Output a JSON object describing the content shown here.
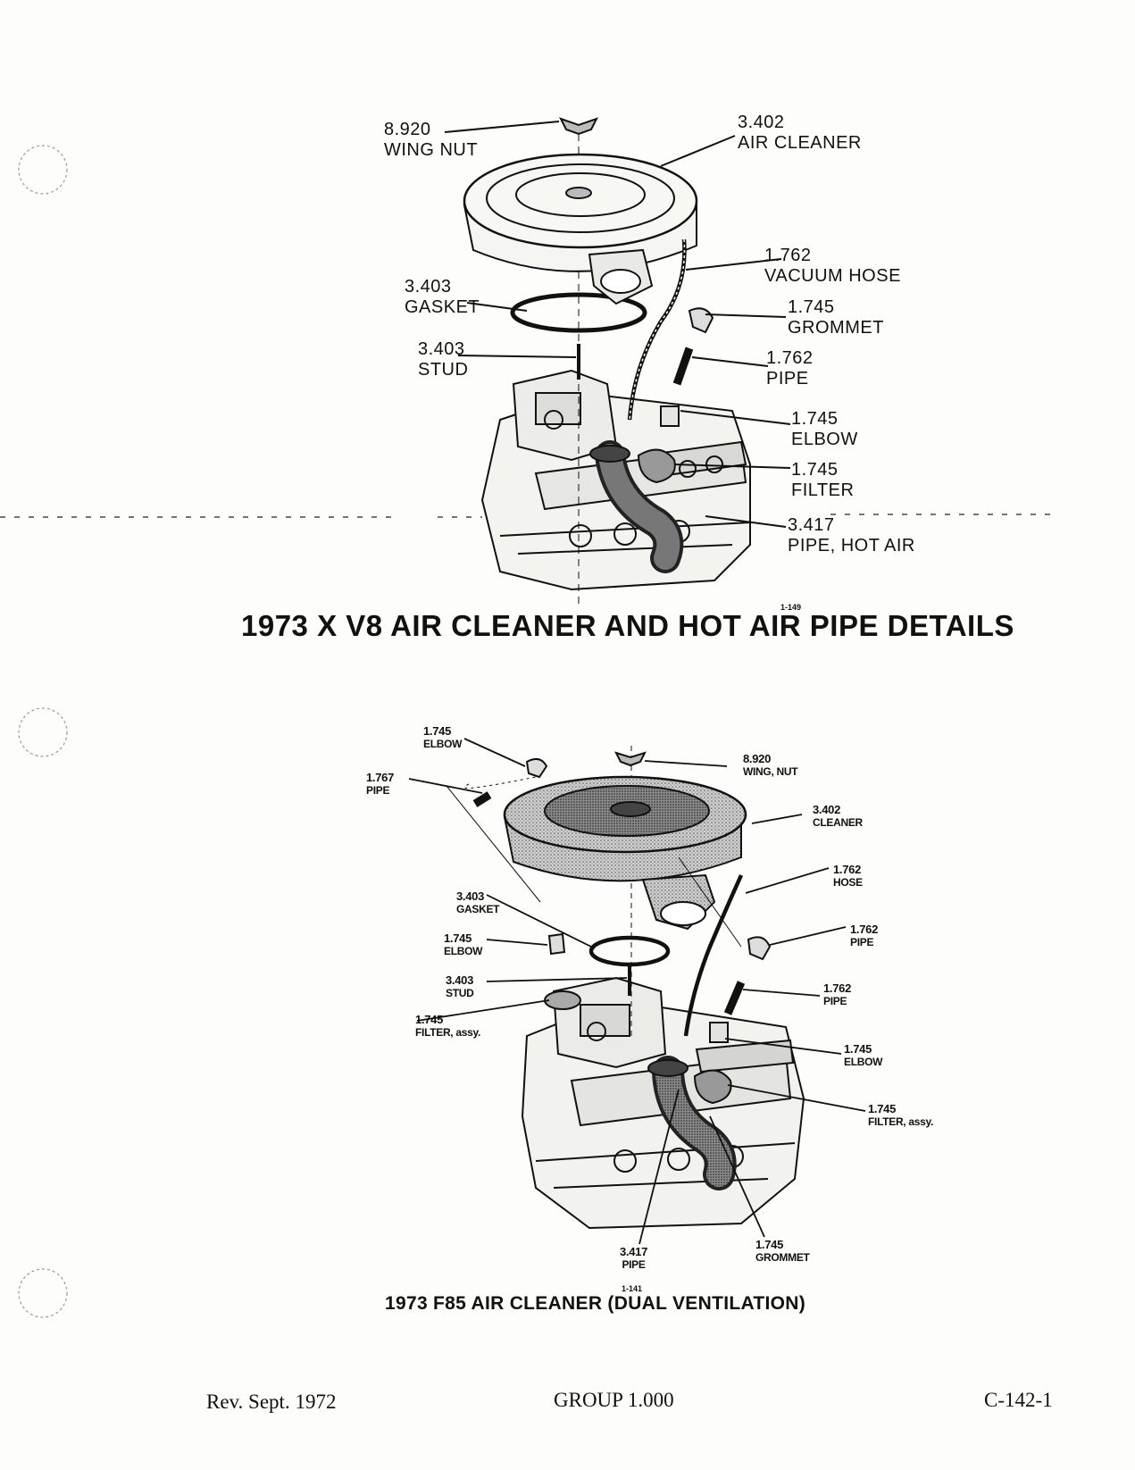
{
  "figure1": {
    "caption": "1973 X V8 AIR CLEANER AND HOT AIR PIPE DETAILS",
    "figure_number": "1-149",
    "callouts": [
      {
        "number": "8.920",
        "name": "WING NUT"
      },
      {
        "number": "3.402",
        "name": "AIR CLEANER"
      },
      {
        "number": "1.762",
        "name": "VACUUM HOSE"
      },
      {
        "number": "3.403",
        "name": "GASKET"
      },
      {
        "number": "1.745",
        "name": "GROMMET"
      },
      {
        "number": "3.403",
        "name": "STUD"
      },
      {
        "number": "1.762",
        "name": "PIPE"
      },
      {
        "number": "1.745",
        "name": "ELBOW"
      },
      {
        "number": "1.745",
        "name": "FILTER"
      },
      {
        "number": "3.417",
        "name": "PIPE, HOT AIR"
      }
    ]
  },
  "figure2": {
    "caption": "1973 F85 AIR CLEANER (DUAL VENTILATION)",
    "figure_number": "1-141",
    "callouts": [
      {
        "number": "1.745",
        "name": "ELBOW"
      },
      {
        "number": "8.920",
        "name": "WING, NUT"
      },
      {
        "number": "1.767",
        "name": "PIPE"
      },
      {
        "number": "3.402",
        "name": "CLEANER"
      },
      {
        "number": "1.762",
        "name": "HOSE"
      },
      {
        "number": "3.403",
        "name": "GASKET"
      },
      {
        "number": "1.762",
        "name": "PIPE"
      },
      {
        "number": "1.745",
        "name": "ELBOW"
      },
      {
        "number": "1.762",
        "name": "PIPE"
      },
      {
        "number": "3.403",
        "name": "STUD"
      },
      {
        "number": "1.745",
        "name": "FILTER, assy."
      },
      {
        "number": "1.745",
        "name": "ELBOW"
      },
      {
        "number": "1.745",
        "name": "FILTER, assy."
      },
      {
        "number": "3.417",
        "name": "PIPE"
      },
      {
        "number": "1.745",
        "name": "GROMMET"
      }
    ]
  },
  "footer": {
    "revision": "Rev. Sept. 1972",
    "group": "GROUP 1.000",
    "page_id": "C-142-1"
  }
}
